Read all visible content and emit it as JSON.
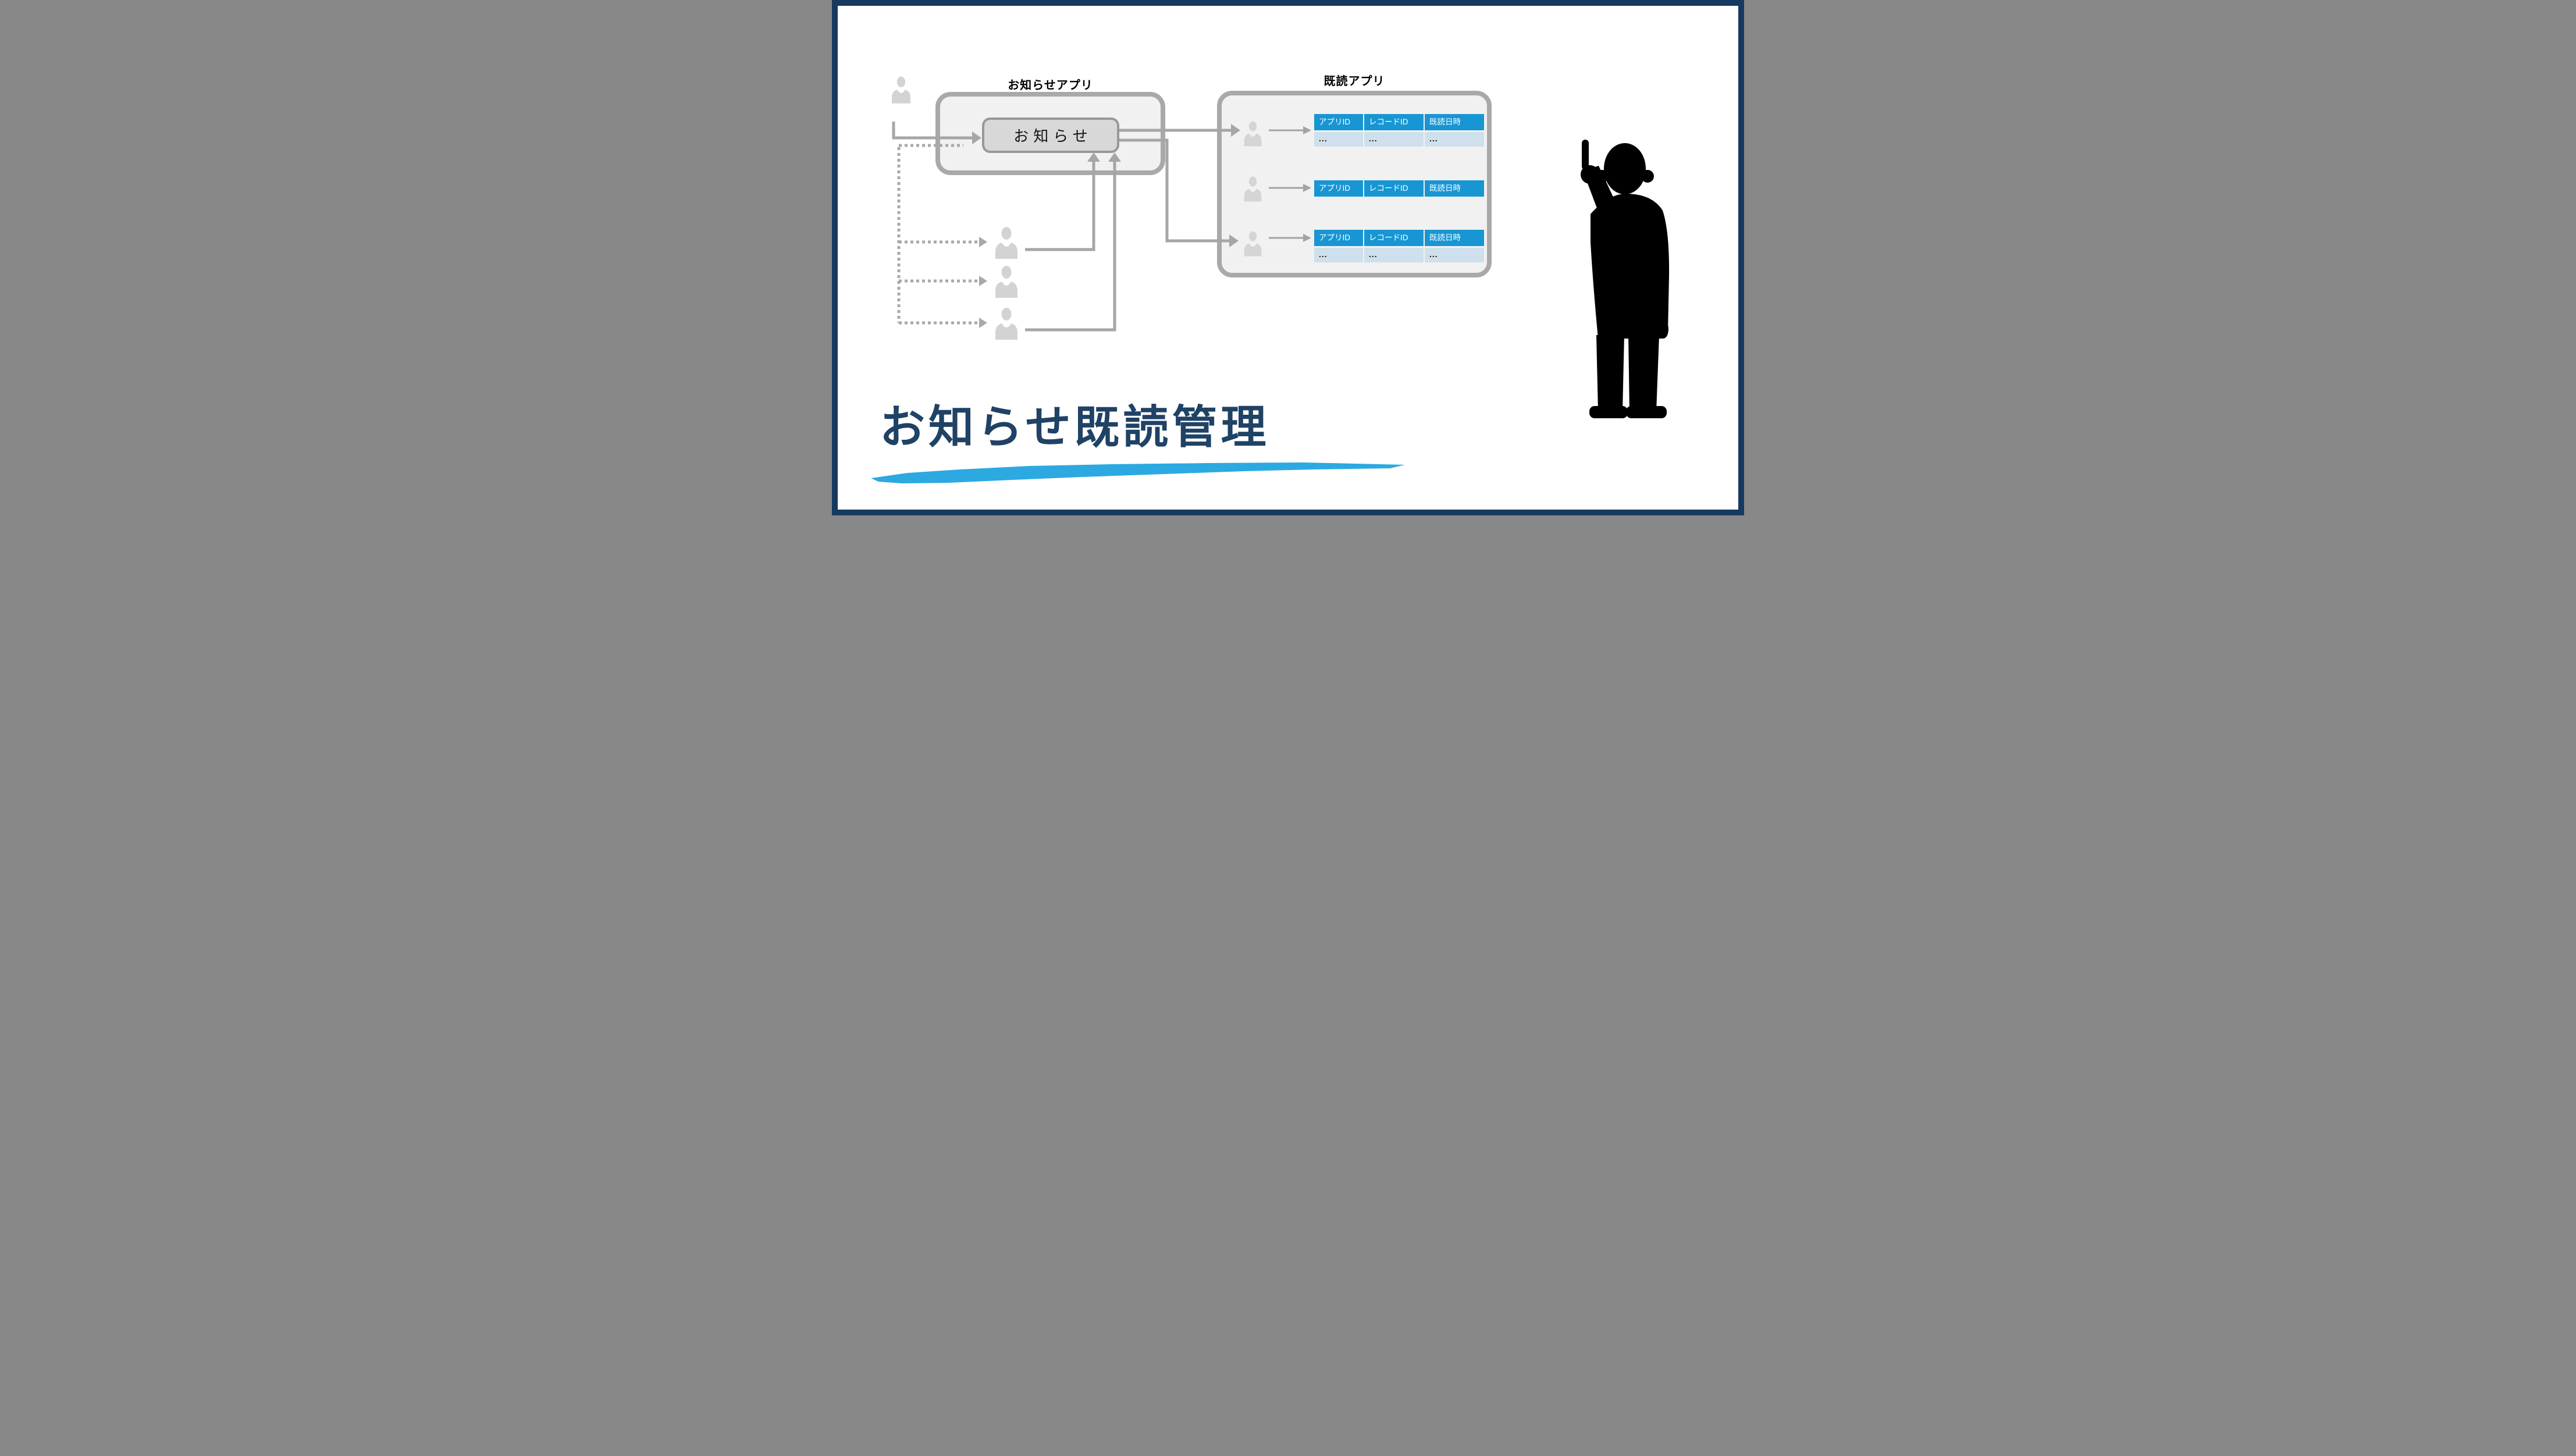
{
  "slide": {
    "title": "お知らせ既読管理"
  },
  "notice_app": {
    "label": "お知らせアプリ",
    "box_label": "お知らせ"
  },
  "read_app": {
    "label": "既読アプリ"
  },
  "table_headers": [
    "アプリID",
    "レコードID",
    "既読日時"
  ],
  "tables": [
    {
      "row": [
        "...",
        "...",
        "..."
      ]
    },
    {
      "row": []
    },
    {
      "row": [
        "...",
        "...",
        "..."
      ]
    }
  ],
  "colors": {
    "frame_navy": "#18395f",
    "title_navy": "#1f4265",
    "brush_blue": "#2ca9e1",
    "table_header_blue": "#1896d3",
    "table_row_blue": "#cfe0ed",
    "container_fill": "#f1f1f1",
    "container_border": "#a9a9a9",
    "notice_box_fill": "#d8d8d8",
    "arrow_gray": "#a6a6a6",
    "person_gray": "#d3d3d3",
    "silhouette_black": "#000000"
  }
}
